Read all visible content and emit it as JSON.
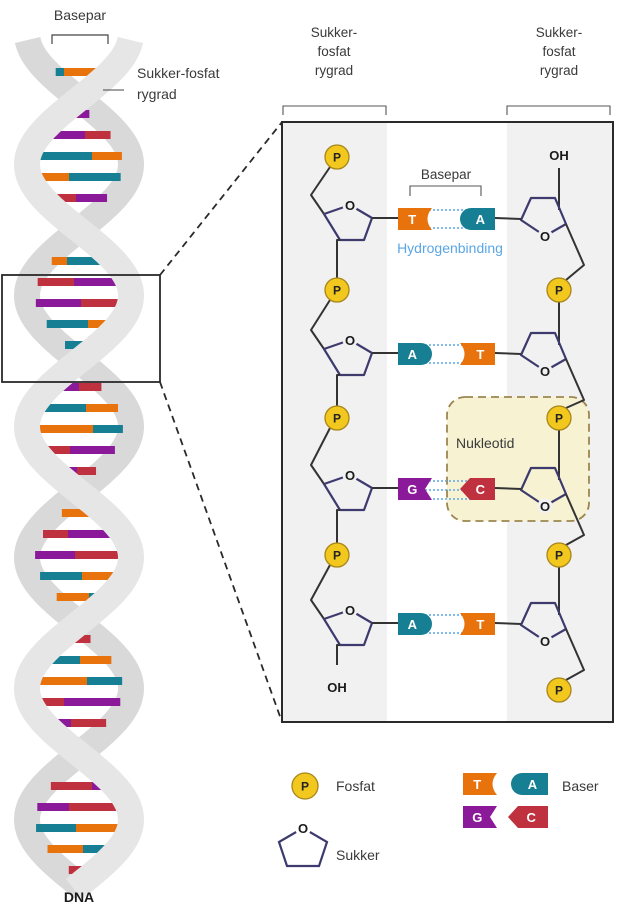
{
  "left_panel": {
    "title": "DNA",
    "basepair_label": "Basepar",
    "backbone_label_line1": "Sukker-fosfat",
    "backbone_label_line2": "rygrad"
  },
  "detail_panel": {
    "left_backbone_label": [
      "Sukker-",
      "fosfat",
      "rygrad"
    ],
    "right_backbone_label": [
      "Sukker-",
      "fosfat",
      "rygrad"
    ],
    "basepair_label": "Basepar",
    "hydrogen_bond_label": "Hydrogenbinding",
    "nucleotide_label": "Nukleotid",
    "oh_top": "OH",
    "oh_bottom": "OH",
    "phosphate_symbol": "P",
    "sugar_oxygen": "O",
    "base_pairs": [
      {
        "left": "T",
        "right": "A",
        "bonds": 2
      },
      {
        "left": "A",
        "right": "T",
        "bonds": 2
      },
      {
        "left": "G",
        "right": "C",
        "bonds": 3
      },
      {
        "left": "A",
        "right": "T",
        "bonds": 2
      }
    ]
  },
  "legend": {
    "phosphate": "Fosfat",
    "sugar": "Sukker",
    "bases": "Baser",
    "base_letters": [
      "T",
      "A",
      "G",
      "C"
    ]
  },
  "colors": {
    "T": "#e8720c",
    "A": "#177f93",
    "G": "#8a1a9a",
    "C": "#c0313f",
    "phosphate_fill": "#f2c81e",
    "phosphate_stroke": "#a8861a",
    "sugar_stroke": "#3d3a6e",
    "backbone_line": "#333333",
    "helix": "#d9d9d9",
    "helix_light": "#e6e6e6",
    "column_bg": "#f1f1f1",
    "hbond": "#5ba6e6",
    "nucleotide_bg": "#f7f2d2",
    "nucleotide_border": "#9c8650"
  }
}
